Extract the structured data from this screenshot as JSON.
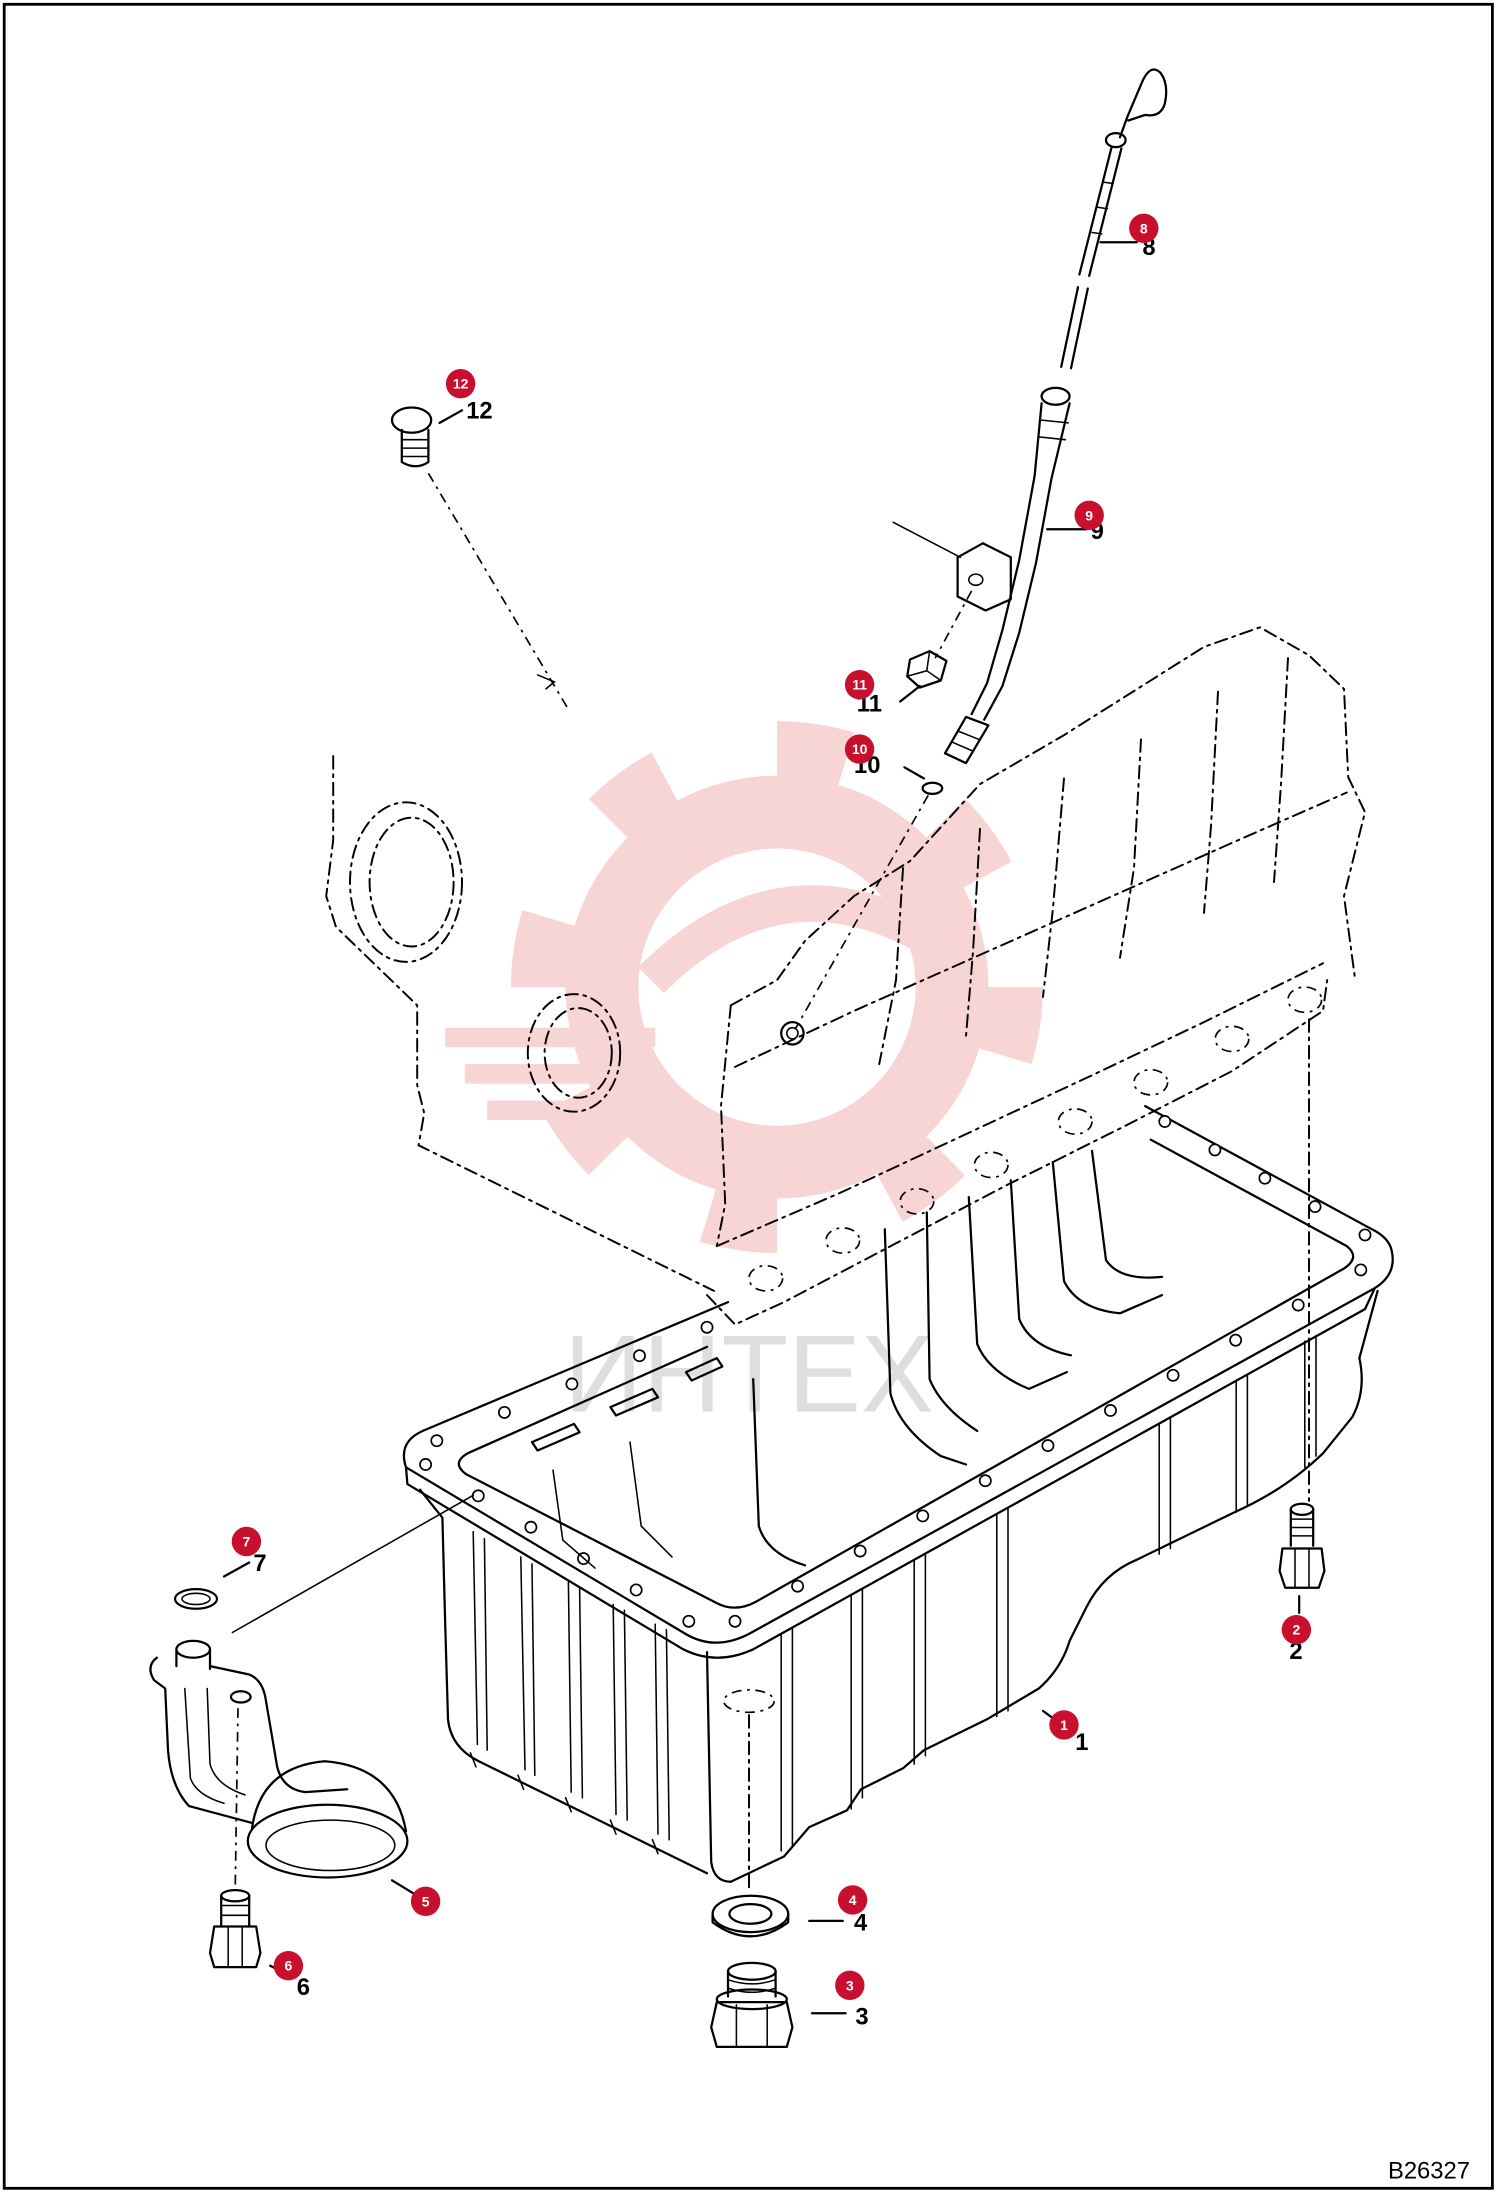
{
  "figure_id": "B26327",
  "watermark": "ИНТЕХ",
  "callouts": [
    "1",
    "2",
    "3",
    "4",
    "5",
    "6",
    "7",
    "8",
    "9",
    "10",
    "11",
    "12"
  ],
  "printed_labels": {
    "p12": "12",
    "p8": "8",
    "p9": "9",
    "p11": "11",
    "p10": "10",
    "p7": "7",
    "p2": "2",
    "p1": "1",
    "p4": "4",
    "p6": "6",
    "p3": "3"
  },
  "colors": {
    "callout_fill": "#c8102e",
    "callout_text": "#ffffff",
    "line": "#000000",
    "watermark_logo": "#f2b3b3",
    "watermark_text": "#d6d6d6"
  }
}
